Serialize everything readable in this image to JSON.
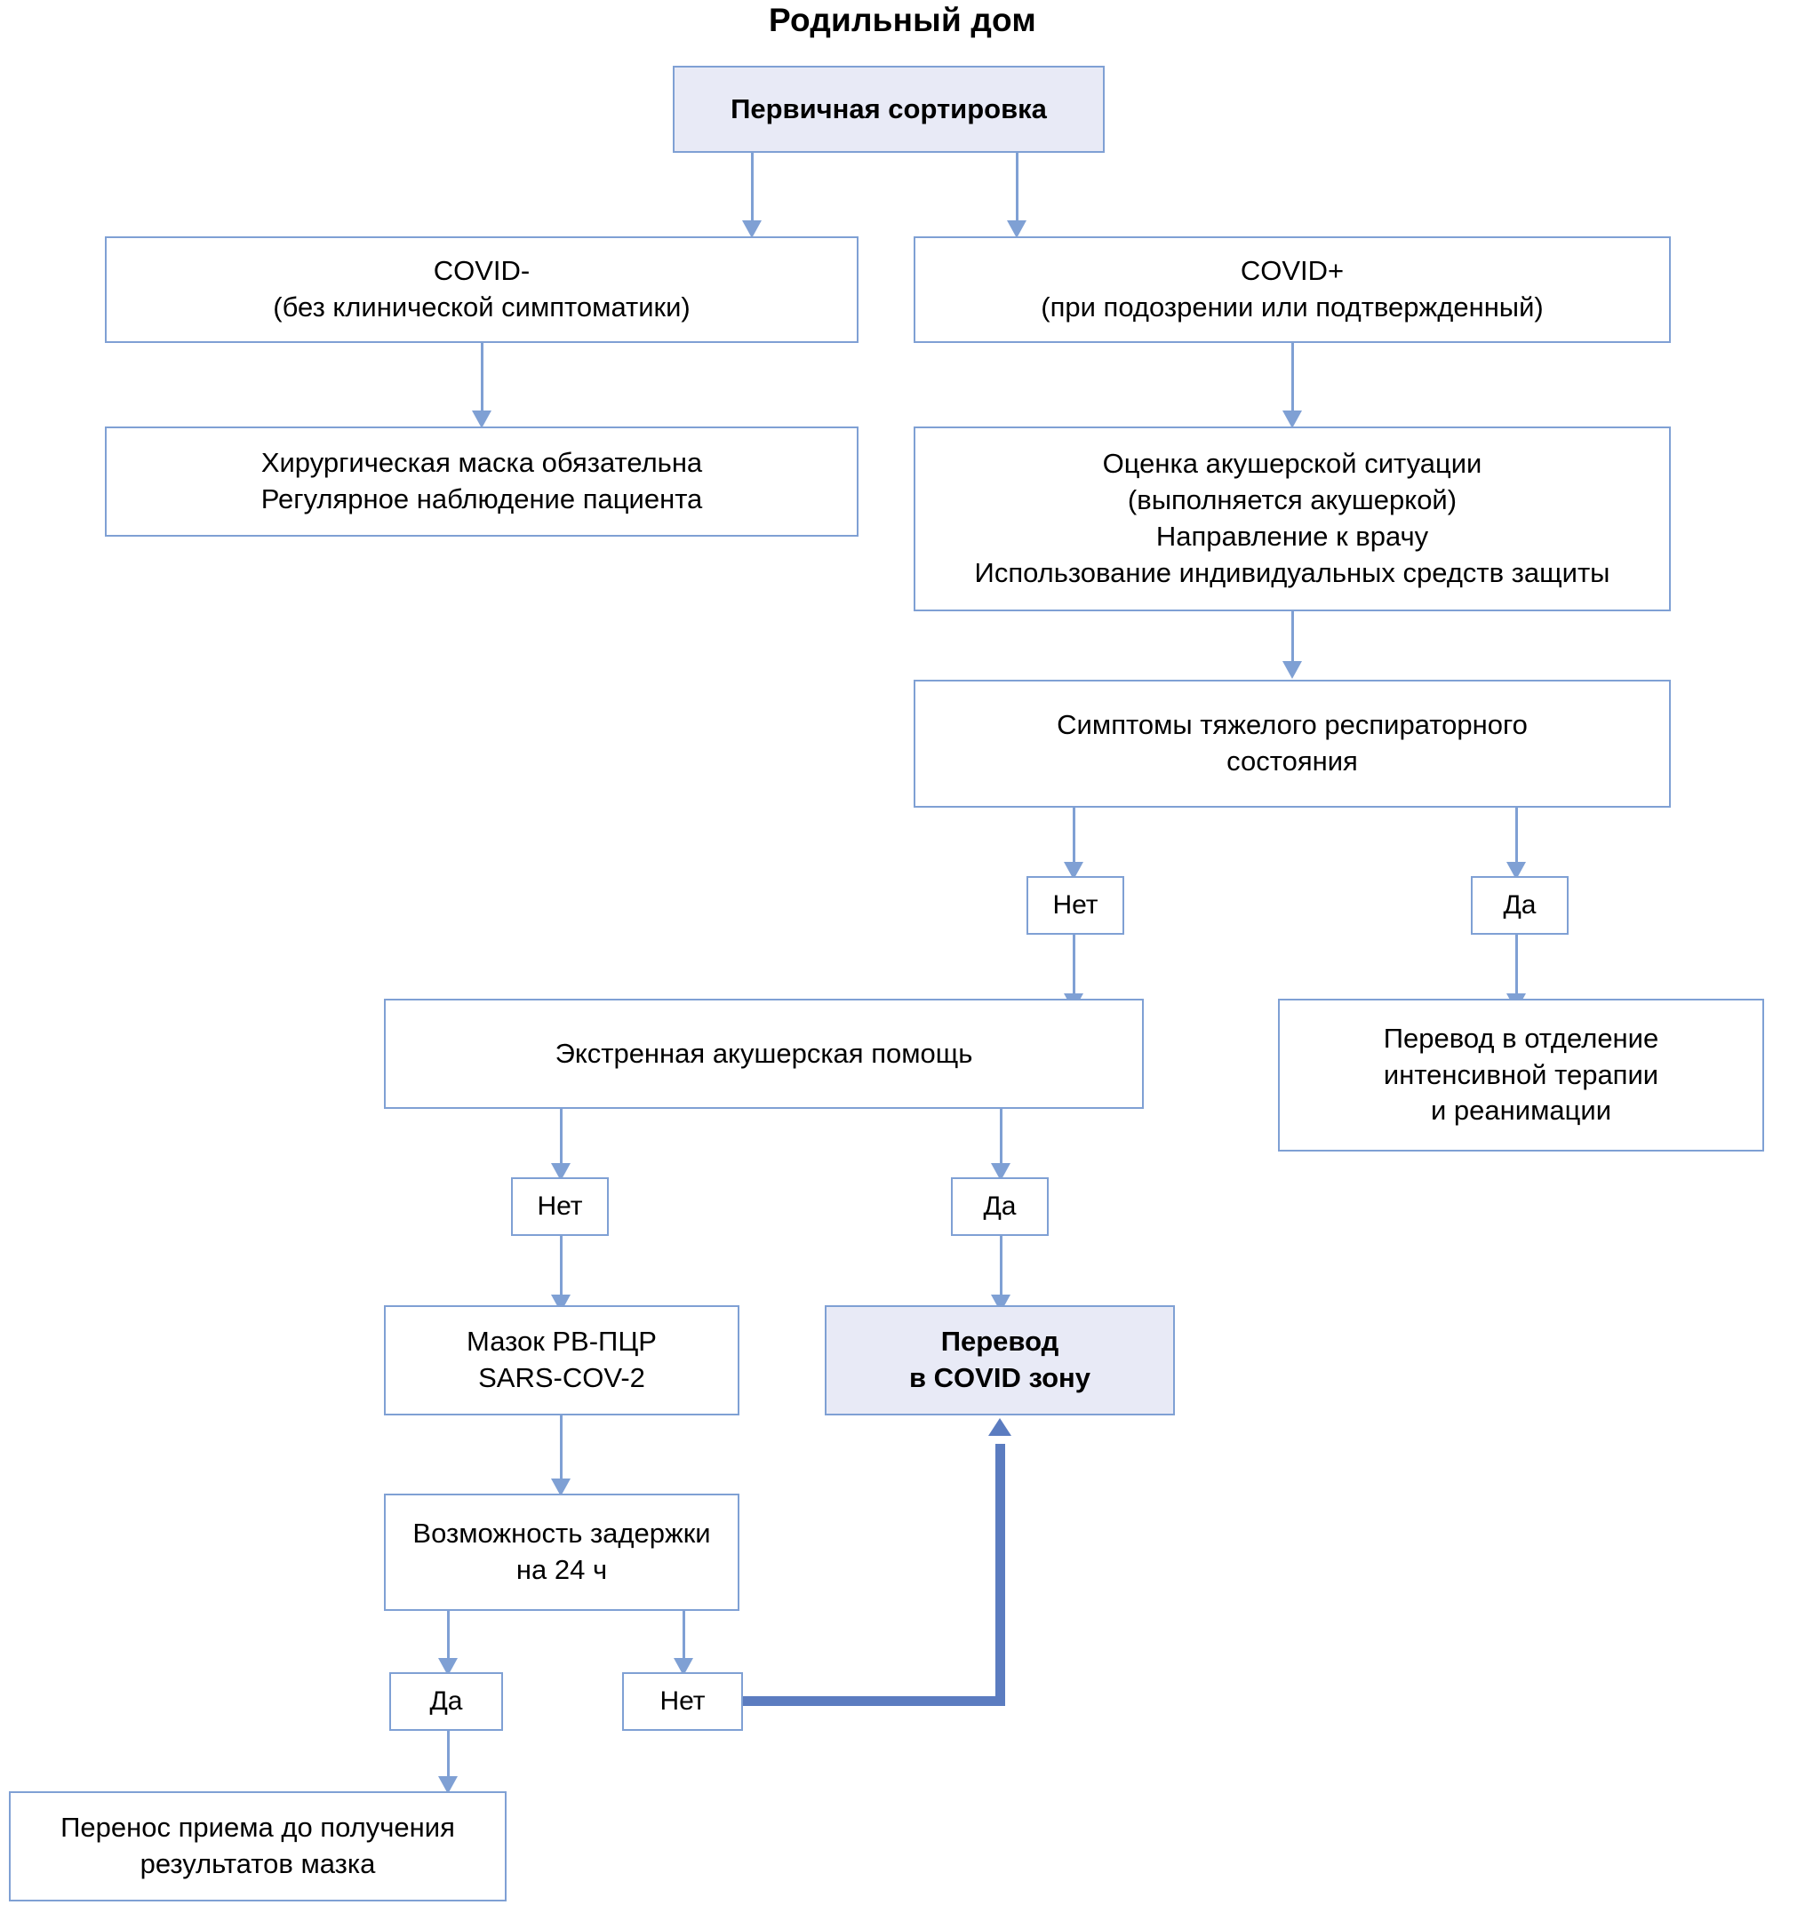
{
  "title": "Родильный дом",
  "colors": {
    "border": "#7fa0d4",
    "accent_fill": "#e8eaf6",
    "connector": "#7fa0d4",
    "thick_connector": "#5b7cc0",
    "text": "#000000",
    "background": "#ffffff"
  },
  "chart_data": {
    "type": "diagram",
    "diagram_kind": "flowchart",
    "title": "Родильный дом",
    "nodes": [
      {
        "id": "triage",
        "label": "Первичная сортировка",
        "style": "accent"
      },
      {
        "id": "covid_neg",
        "label": "COVID-\n(без клинической симптоматики)",
        "style": "plain"
      },
      {
        "id": "covid_pos",
        "label": "COVID+\n(при подозрении или подтвержденный)",
        "style": "plain"
      },
      {
        "id": "mask",
        "label": "Хирургическая маска обязательна\nРегулярное наблюдение пациента",
        "style": "plain"
      },
      {
        "id": "assessment",
        "label": "Оценка акушерской ситуации\n(выполняется акушеркой)\nНаправление к врачу\nИспользование индивидуальных средств защиты",
        "style": "plain"
      },
      {
        "id": "severe",
        "label": "Симптомы тяжелого респираторного состояния",
        "style": "plain"
      },
      {
        "id": "severe_no",
        "label": "Нет",
        "style": "small"
      },
      {
        "id": "severe_yes",
        "label": "Да",
        "style": "small"
      },
      {
        "id": "icu",
        "label": "Перевод в отделение интенсивной терапии и реанимации",
        "style": "plain"
      },
      {
        "id": "emergency",
        "label": "Экстренная акушерская помощь",
        "style": "plain"
      },
      {
        "id": "emerg_no",
        "label": "Нет",
        "style": "small"
      },
      {
        "id": "emerg_yes",
        "label": "Да",
        "style": "small"
      },
      {
        "id": "pcr",
        "label": "Мазок РВ-ПЦР\nSARS-COV-2",
        "style": "plain"
      },
      {
        "id": "covid_zone",
        "label": "Перевод\nв COVID зону",
        "style": "accent"
      },
      {
        "id": "delay",
        "label": "Возможность задержки на 24 ч",
        "style": "plain"
      },
      {
        "id": "delay_yes",
        "label": "Да",
        "style": "small"
      },
      {
        "id": "delay_no",
        "label": "Нет",
        "style": "small"
      },
      {
        "id": "postpone",
        "label": "Перенос приема до получения результатов мазка",
        "style": "plain"
      }
    ],
    "edges": [
      {
        "from": "triage",
        "to": "covid_neg",
        "label": ""
      },
      {
        "from": "triage",
        "to": "covid_pos",
        "label": ""
      },
      {
        "from": "covid_neg",
        "to": "mask",
        "label": ""
      },
      {
        "from": "covid_pos",
        "to": "assessment",
        "label": ""
      },
      {
        "from": "assessment",
        "to": "severe",
        "label": ""
      },
      {
        "from": "severe",
        "to": "severe_no",
        "label": "Нет"
      },
      {
        "from": "severe",
        "to": "severe_yes",
        "label": "Да"
      },
      {
        "from": "severe_yes",
        "to": "icu",
        "label": ""
      },
      {
        "from": "severe_no",
        "to": "emergency",
        "label": ""
      },
      {
        "from": "emergency",
        "to": "emerg_no",
        "label": "Нет"
      },
      {
        "from": "emergency",
        "to": "emerg_yes",
        "label": "Да"
      },
      {
        "from": "emerg_no",
        "to": "pcr",
        "label": ""
      },
      {
        "from": "emerg_yes",
        "to": "covid_zone",
        "label": ""
      },
      {
        "from": "pcr",
        "to": "delay",
        "label": ""
      },
      {
        "from": "delay",
        "to": "delay_yes",
        "label": "Да"
      },
      {
        "from": "delay",
        "to": "delay_no",
        "label": "Нет"
      },
      {
        "from": "delay_yes",
        "to": "postpone",
        "label": ""
      },
      {
        "from": "delay_no",
        "to": "covid_zone",
        "label": "",
        "style": "thick"
      }
    ]
  },
  "nodes": {
    "triage": {
      "line1": "Первичная сортировка"
    },
    "covid_neg": {
      "line1": "COVID-",
      "line2": "(без клинической симптоматики)"
    },
    "covid_pos": {
      "line1": "COVID+",
      "line2": "(при подозрении или подтвержденный)"
    },
    "mask": {
      "line1": "Хирургическая маска обязательна",
      "line2": "Регулярное наблюдение пациента"
    },
    "assessment": {
      "line1": "Оценка акушерской ситуации",
      "line2": "(выполняется акушеркой)",
      "line3": "Направление к врачу",
      "line4": "Использование индивидуальных средств защиты"
    },
    "severe": {
      "line1": "Симптомы тяжелого респираторного",
      "line2": "состояния"
    },
    "severe_no": {
      "line1": "Нет"
    },
    "severe_yes": {
      "line1": "Да"
    },
    "icu": {
      "line1": "Перевод в отделение",
      "line2": "интенсивной терапии",
      "line3": "и реанимации"
    },
    "emergency": {
      "line1": "Экстренная акушерская помощь"
    },
    "emerg_no": {
      "line1": "Нет"
    },
    "emerg_yes": {
      "line1": "Да"
    },
    "pcr": {
      "line1": "Мазок РВ-ПЦР",
      "line2": "SARS-COV-2"
    },
    "covid_zone": {
      "line1": "Перевод",
      "line2": "в COVID зону"
    },
    "delay": {
      "line1": "Возможность задержки",
      "line2": "на 24 ч"
    },
    "delay_yes": {
      "line1": "Да"
    },
    "delay_no": {
      "line1": "Нет"
    },
    "postpone": {
      "line1": "Перенос приема до получения",
      "line2": "результатов мазка"
    }
  }
}
